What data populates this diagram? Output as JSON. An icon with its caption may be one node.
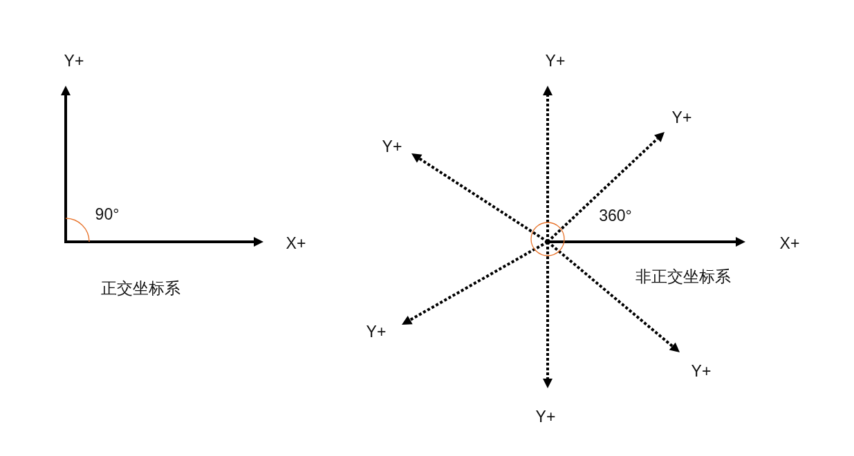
{
  "diagram": {
    "labels": [
      "Y+",
      "Y+",
      "Y+",
      "Y+",
      "90°",
      "360°",
      "X+",
      "X+",
      "正交坐标系",
      "非正交坐标系",
      "Y+",
      "Y+",
      "Y+"
    ]
  }
}
